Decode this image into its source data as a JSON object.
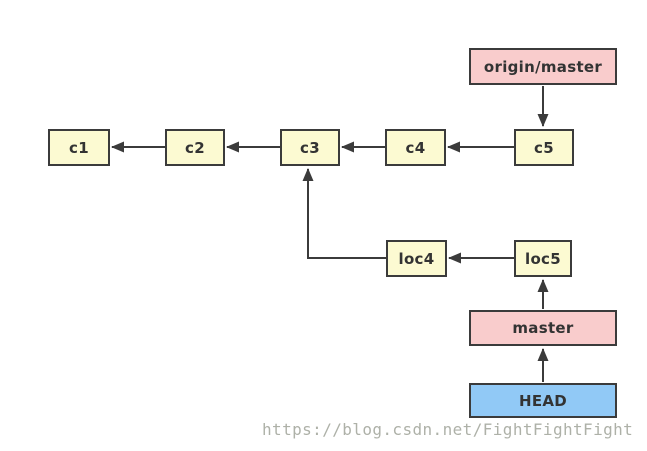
{
  "diagram": {
    "nodes": {
      "c1": "c1",
      "c2": "c2",
      "c3": "c3",
      "c4": "c4",
      "c5": "c5",
      "loc4": "loc4",
      "loc5": "loc5",
      "origin_master": "origin/master",
      "master": "master",
      "head": "HEAD"
    },
    "edges": [
      {
        "from": "c2",
        "to": "c1"
      },
      {
        "from": "c3",
        "to": "c2"
      },
      {
        "from": "c4",
        "to": "c3"
      },
      {
        "from": "c5",
        "to": "c4"
      },
      {
        "from": "origin_master",
        "to": "c5"
      },
      {
        "from": "loc5",
        "to": "loc4"
      },
      {
        "from": "loc4",
        "to": "c3"
      },
      {
        "from": "master",
        "to": "loc5"
      },
      {
        "from": "head",
        "to": "master"
      }
    ],
    "colors": {
      "commit_fill": "#FCFAD2",
      "branch_pointer_fill": "#F9CCCC",
      "head_fill": "#91C9F6",
      "stroke": "#3B3B3B",
      "label_text": "#333333"
    }
  },
  "watermark": {
    "text": "https://blog.csdn.net/FightFightFight",
    "color": "#AEB1A8"
  }
}
